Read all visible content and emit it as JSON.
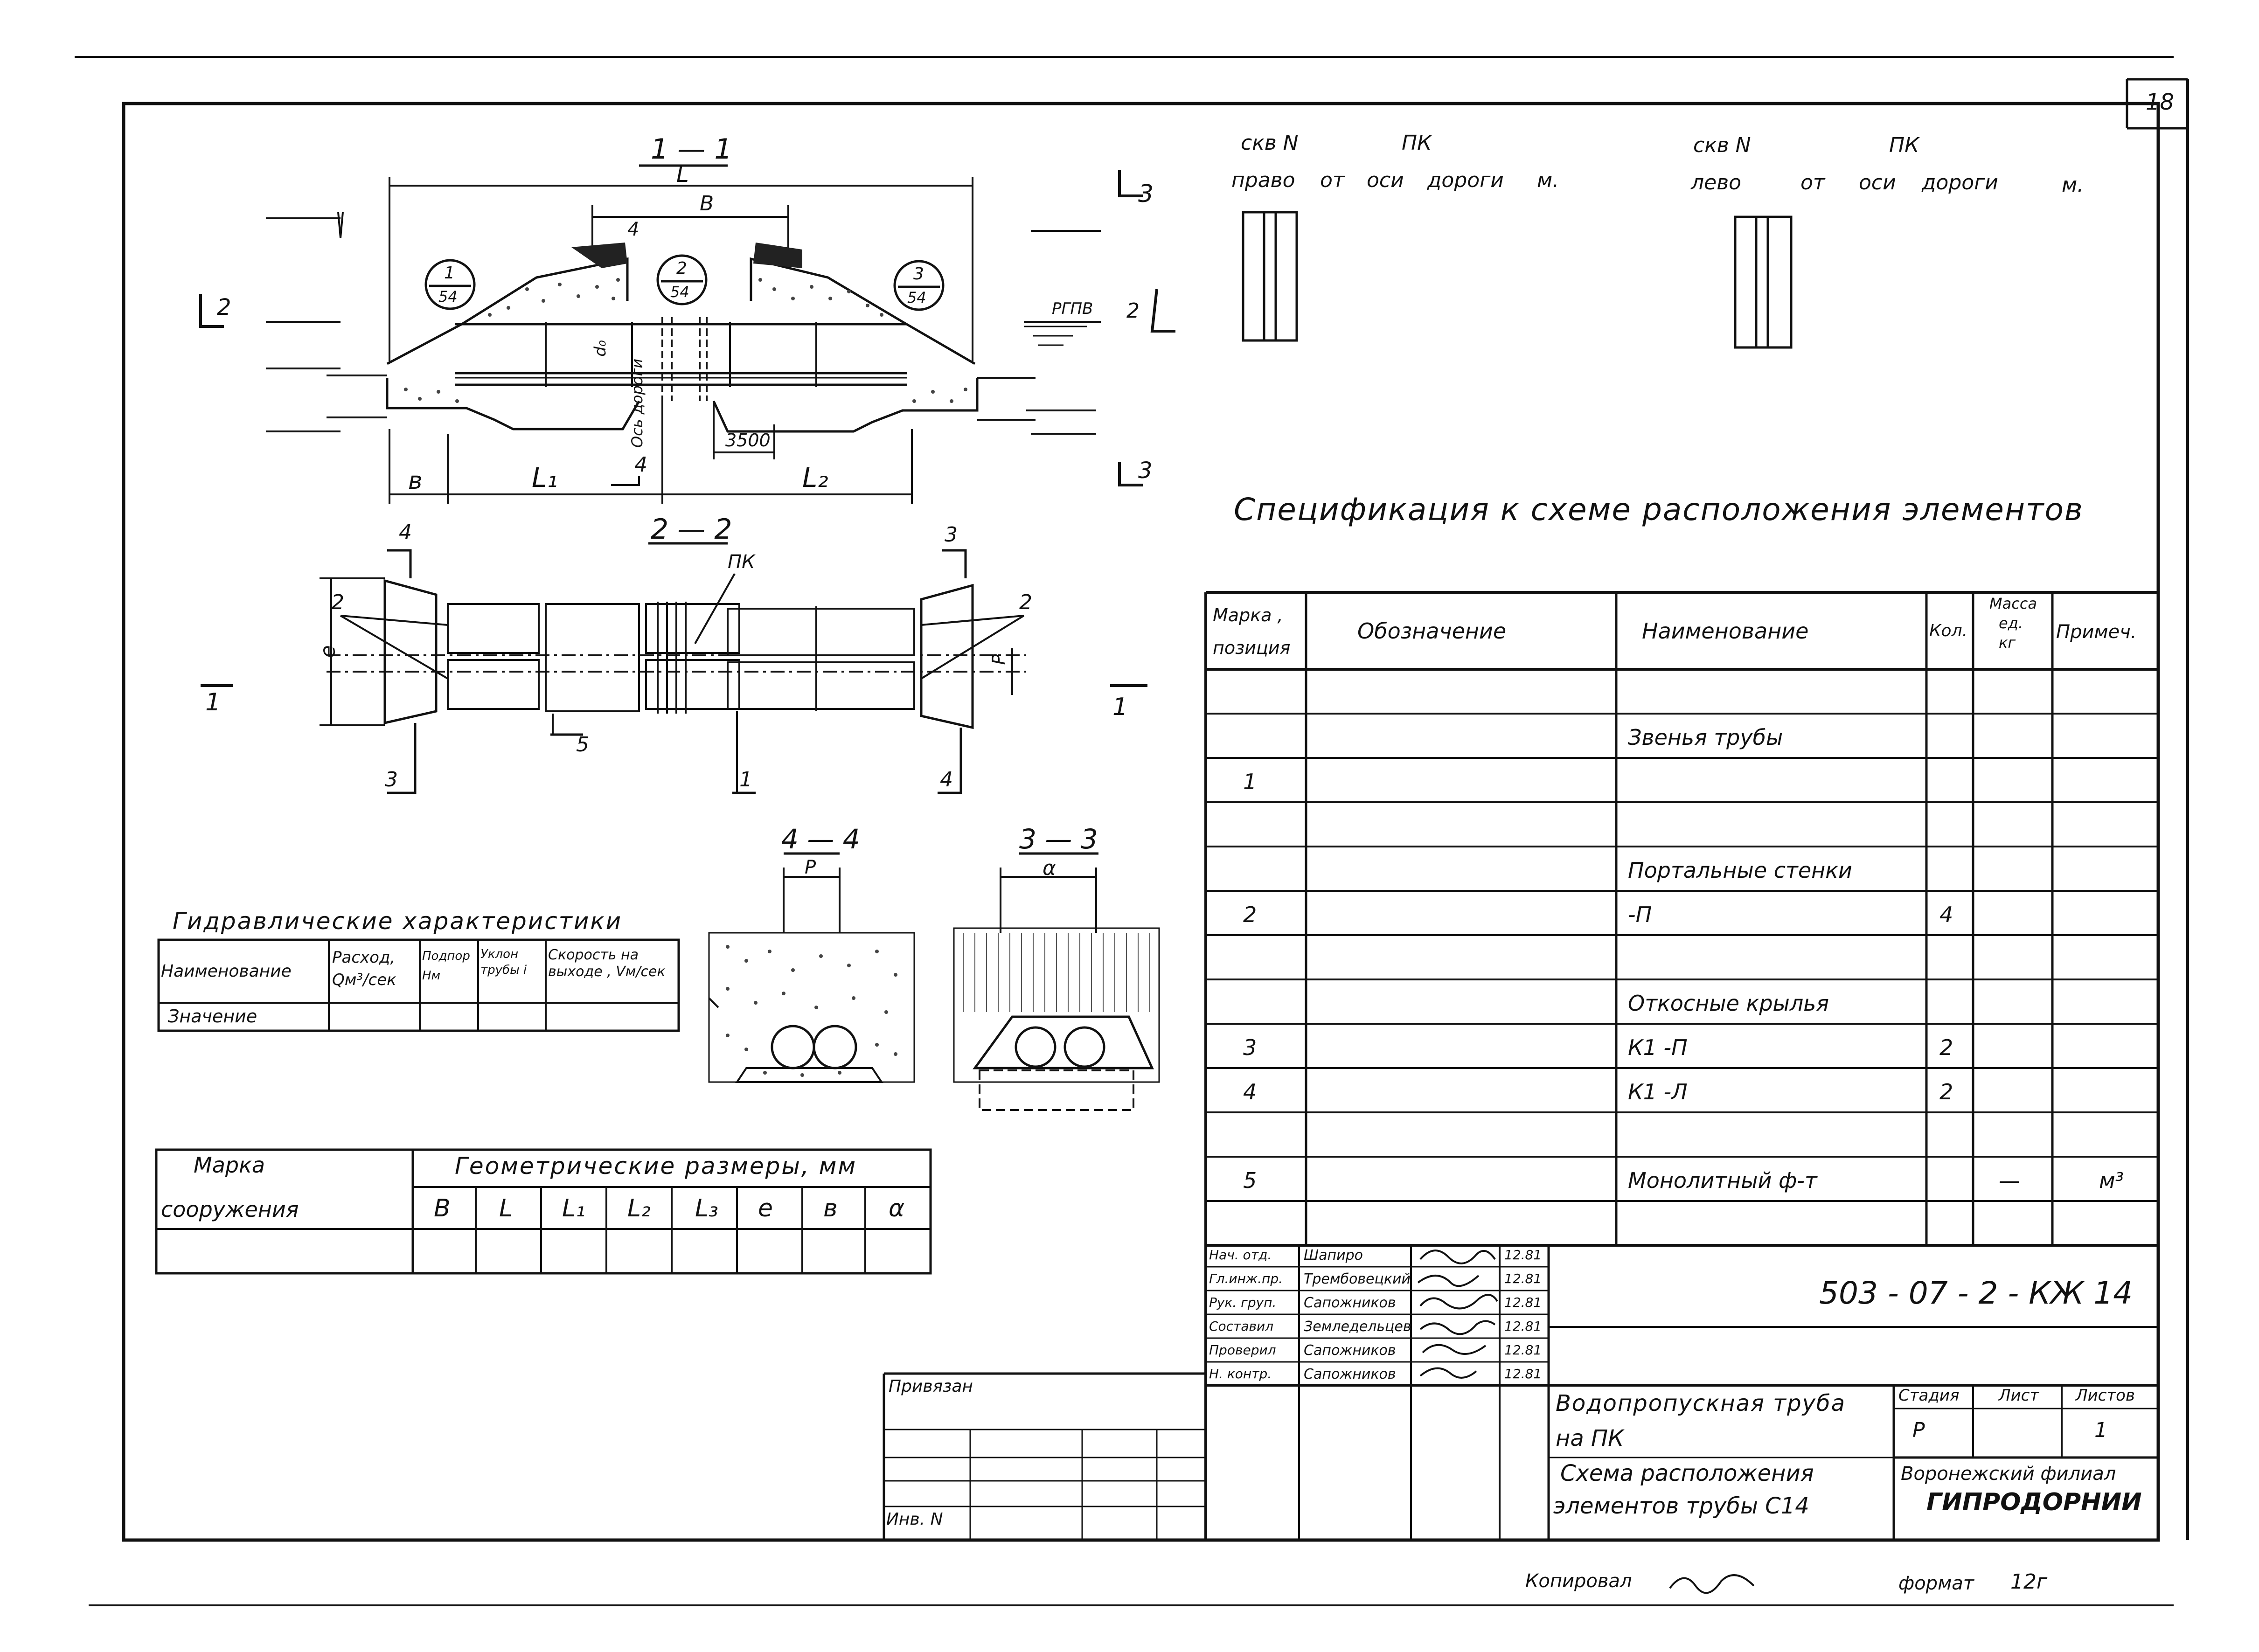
{
  "sheet": {
    "number": "18",
    "format_label": "формат",
    "format_value": "12г",
    "copied_by_label": "Копировал"
  },
  "boreholes": {
    "right_label": "скв N",
    "right_pk": "ПК",
    "right_text": [
      "право",
      "от",
      "оси",
      "дороги",
      "м."
    ],
    "left_label": "скв N",
    "left_pk": "ПК",
    "left_text": [
      "лево",
      "от",
      "оси",
      "дороги",
      "м."
    ]
  },
  "sections": {
    "s11": "1 — 1",
    "s22": "2 — 2",
    "s44": "4 — 4",
    "s33": "3 — 3"
  },
  "drawing_labels": {
    "L": "L",
    "B": "B",
    "b": "в",
    "L1": "L₁",
    "L2": "L₂",
    "P": "Р",
    "a": "α",
    "e": "е",
    "rgpv": "РГПВ",
    "d": "d₀",
    "axis_road": "Ось дороги",
    "dim3500": "3500",
    "pk": "ПК",
    "callouts": [
      {
        "top": "1",
        "bottom": "54"
      },
      {
        "top": "2",
        "bottom": "54"
      },
      {
        "top": "3",
        "bottom": "54"
      }
    ],
    "marks": [
      "4",
      "2",
      "3",
      "1",
      "5"
    ]
  },
  "spec": {
    "title": "Спецификация к схеме расположения элементов",
    "headers": {
      "mark": [
        "Марка ,",
        "позиция"
      ],
      "designation": "Обозначение",
      "name": "Наименование",
      "qty": "Кол.",
      "mass": [
        "Масса",
        "ед.",
        "кг"
      ],
      "note": "Примеч."
    },
    "rows": [
      {
        "mark": "",
        "designation": "",
        "name": "",
        "qty": "",
        "mass": "",
        "note": ""
      },
      {
        "mark": "",
        "designation": "",
        "name": "Звенья трубы",
        "qty": "",
        "mass": "",
        "note": ""
      },
      {
        "mark": "1",
        "designation": "",
        "name": "",
        "qty": "",
        "mass": "",
        "note": ""
      },
      {
        "mark": "",
        "designation": "",
        "name": "",
        "qty": "",
        "mass": "",
        "note": ""
      },
      {
        "mark": "",
        "designation": "",
        "name": "Портальные стенки",
        "qty": "",
        "mass": "",
        "note": ""
      },
      {
        "mark": "2",
        "designation": "",
        "name": "-П",
        "qty": "4",
        "mass": "",
        "note": ""
      },
      {
        "mark": "",
        "designation": "",
        "name": "",
        "qty": "",
        "mass": "",
        "note": ""
      },
      {
        "mark": "",
        "designation": "",
        "name": "Откосные крылья",
        "qty": "",
        "mass": "",
        "note": ""
      },
      {
        "mark": "3",
        "designation": "",
        "name": "К1 -П",
        "qty": "2",
        "mass": "",
        "note": ""
      },
      {
        "mark": "4",
        "designation": "",
        "name": "К1 -Л",
        "qty": "2",
        "mass": "",
        "note": ""
      },
      {
        "mark": "",
        "designation": "",
        "name": "",
        "qty": "",
        "mass": "",
        "note": ""
      },
      {
        "mark": "5",
        "designation": "",
        "name": "Монолитный ф-т",
        "qty": "",
        "mass": "—",
        "note": "м³"
      },
      {
        "mark": "",
        "designation": "",
        "name": "",
        "qty": "",
        "mass": "",
        "note": ""
      }
    ]
  },
  "hydraulics": {
    "title": "Гидравлические характеристики",
    "headers": [
      "Наименование",
      "Расход, Qм³/сек",
      "Подпор Нм",
      "Уклон трубы i",
      "Скорость на выходе , Vм/сек"
    ],
    "row_label": "Значение",
    "values": [
      "",
      "",
      "",
      ""
    ]
  },
  "geometry": {
    "mark_header": [
      "Марка",
      "сооружения"
    ],
    "group_header": "Геометрические размеры, мм",
    "columns": [
      "В",
      "L",
      "L₁",
      "L₂",
      "L₃",
      "е",
      "в",
      "α"
    ],
    "values": [
      "",
      "",
      "",
      "",
      "",
      "",
      "",
      ""
    ]
  },
  "title_block": {
    "code": "503 - 07 - 2 - КЖ 14",
    "signatures": [
      {
        "role": "Нач. отд.",
        "name": "Шапиро",
        "date": "12.81"
      },
      {
        "role": "Гл.инж.пр.",
        "name": "Трембовецкий",
        "date": "12.81"
      },
      {
        "role": "Рук. груп.",
        "name": "Сапожников",
        "date": "12.81"
      },
      {
        "role": "Составил",
        "name": "Земледельцев",
        "date": "12.81"
      },
      {
        "role": "Проверил",
        "name": "Сапожников",
        "date": "12.81"
      },
      {
        "role": "Н. контр.",
        "name": "Сапожников",
        "date": "12.81"
      }
    ],
    "bound_label": "Привязан",
    "inv_label": "Инв. N",
    "object_title": [
      "Водопропускная труба",
      "на ПК"
    ],
    "sheet_title": [
      "Схема расположения",
      "элементов трубы С14"
    ],
    "stage_label": "Стадия",
    "sheet_label": "Лист",
    "sheets_label": "Листов",
    "stage_value": "Р",
    "sheets_value": "1",
    "org": [
      "Воронежский филиал",
      "ГИПРОДОРНИИ"
    ]
  }
}
